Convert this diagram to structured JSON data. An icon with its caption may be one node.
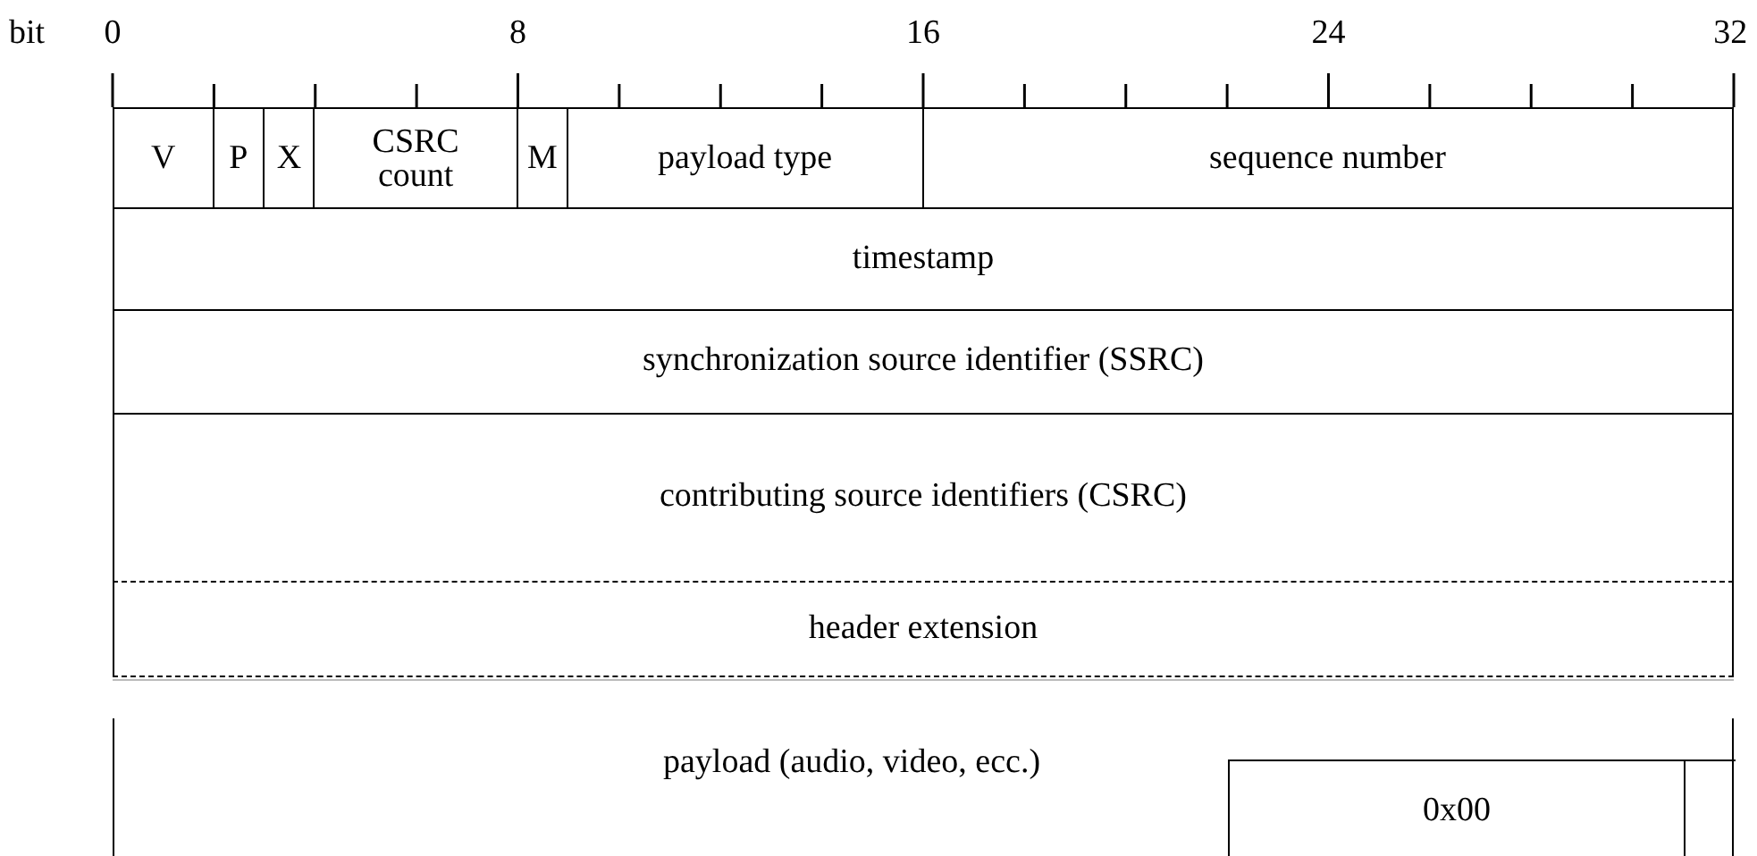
{
  "diagram": {
    "nodes": [
      {
        "text": [
          "V"
        ]
      },
      {
        "text": [
          "P"
        ]
      },
      {
        "text": [
          "X"
        ]
      },
      {
        "text": [
          "CSRC count"
        ]
      },
      {
        "text": [
          "M"
        ]
      },
      {
        "text": [
          "payload type"
        ]
      },
      {
        "text": [
          "sequence number"
        ]
      },
      {
        "text": [
          "timestamp"
        ]
      },
      {
        "text": [
          "synchronization source identifier (SSRC)"
        ]
      },
      {
        "text": [
          "contributing source identifiers (CSRC)"
        ]
      },
      {
        "text": [
          "header extension"
        ]
      },
      {
        "text": [
          "payload (audio, video, ecc.)"
        ]
      },
      {
        "text": [
          "0x00"
        ],
        "in": 11
      },
      {
        "text": [],
        "shape": "box",
        "in": 11
      }
    ],
    "edges": [],
    "labels": [
      "bit",
      "0",
      "8",
      "16",
      "24",
      "32"
    ]
  }
}
